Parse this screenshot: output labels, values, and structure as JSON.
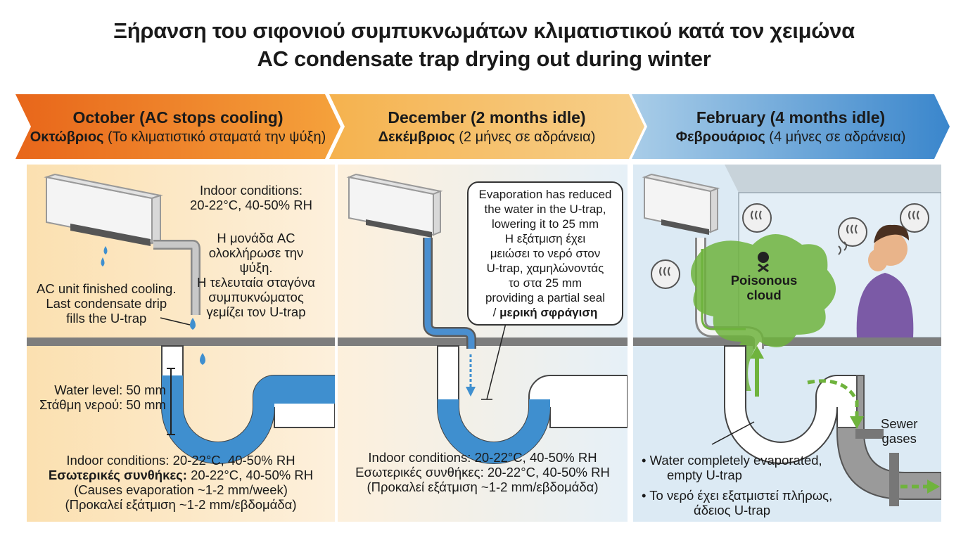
{
  "title": {
    "greek": "Ξήρανση του σιφονιού συμπυκνωμάτων κλιματιστικού κατά τον χειμώνα",
    "english": "AC condensate trap drying out during winter"
  },
  "stages": [
    {
      "header_en": "October (AC stops cooling)",
      "header_gr_bold": "Οκτώβριος",
      "header_gr_rest": " (Το κλιματιστικό σταματά την ψύξη)",
      "color": "#e8751a"
    },
    {
      "header_en": "December (2 months idle)",
      "header_gr_bold": "Δεκέμβριος",
      "header_gr_rest": " (2 μήνες σε αδράνεια)",
      "color": "#f2a94a"
    },
    {
      "header_en": "February (4 months idle)",
      "header_gr_bold": "Φεβρουάριος",
      "header_gr_rest": " (4 μήνες σε αδράνεια)",
      "color": "#4a8fd0"
    }
  ],
  "panel1": {
    "indoor_top": [
      "Indoor conditions:",
      "20-22°C, 40-50% RH"
    ],
    "greek_finish": [
      "Η μονάδα AC",
      "ολοκλήρωσε την",
      "ψύξη.",
      "Η τελευταία σταγόνα",
      "συμπυκνώματος",
      "γεμίζει τον U-trap"
    ],
    "english_finish": [
      "AC unit finished cooling.",
      "Last condensate drip",
      "fills the U-trap"
    ],
    "water_level_en": "Water level: 50 mm",
    "water_level_gr": "Στάθμη νερού: 50 mm",
    "indoor_en": "Indoor conditions: 20-22°C, 40-50% RH",
    "indoor_gr_bold": "Εσωτερικές συνθήκες:",
    "indoor_gr_rest": " 20-22°C, 40-50% RH",
    "evap_en": "(Causes evaporation ~1-2 mm/week)",
    "evap_gr": "(Προκαλεί εξάτμιση ~1-2 mm/εβδομάδα)"
  },
  "panel2": {
    "callout": [
      "Evaporation has reduced",
      "the water in the U-trap,",
      "lowering it to 25 mm",
      "Η εξάτμιση έχει",
      "μειώσει το νερό στον",
      "U-trap, χαμηλώνοντάς",
      "το στα 25 mm",
      "providing a partial seal"
    ],
    "callout_last_prefix": "/ ",
    "callout_last_bold": "μερική σφράγιση",
    "indoor_en": "Indoor conditions: 20-22°C, 40-50% RH",
    "indoor_gr": "Εσωτερικές συνθήκες: 20-22°C, 40-50% RH",
    "evap_gr": "(Προκαλεί εξάτμιση ~1-2 mm/εβδομάδα)"
  },
  "panel3": {
    "cloud_label": [
      "Poisonous",
      "cloud"
    ],
    "sewer": [
      "Sewer",
      "gases"
    ],
    "bullet_en": [
      "• Water completely evaporated,",
      "empty U-trap"
    ],
    "bullet_gr": [
      "• Το νερό έχει εξατμιστεί πλήρως,",
      "άδειος U-trap"
    ]
  },
  "colors": {
    "water": "#3f8fcf",
    "floor": "#7d7d7d",
    "gas": "#6fb33d",
    "warm_bg": "#fbe1b5",
    "cool_bg": "#d9ebf6"
  }
}
